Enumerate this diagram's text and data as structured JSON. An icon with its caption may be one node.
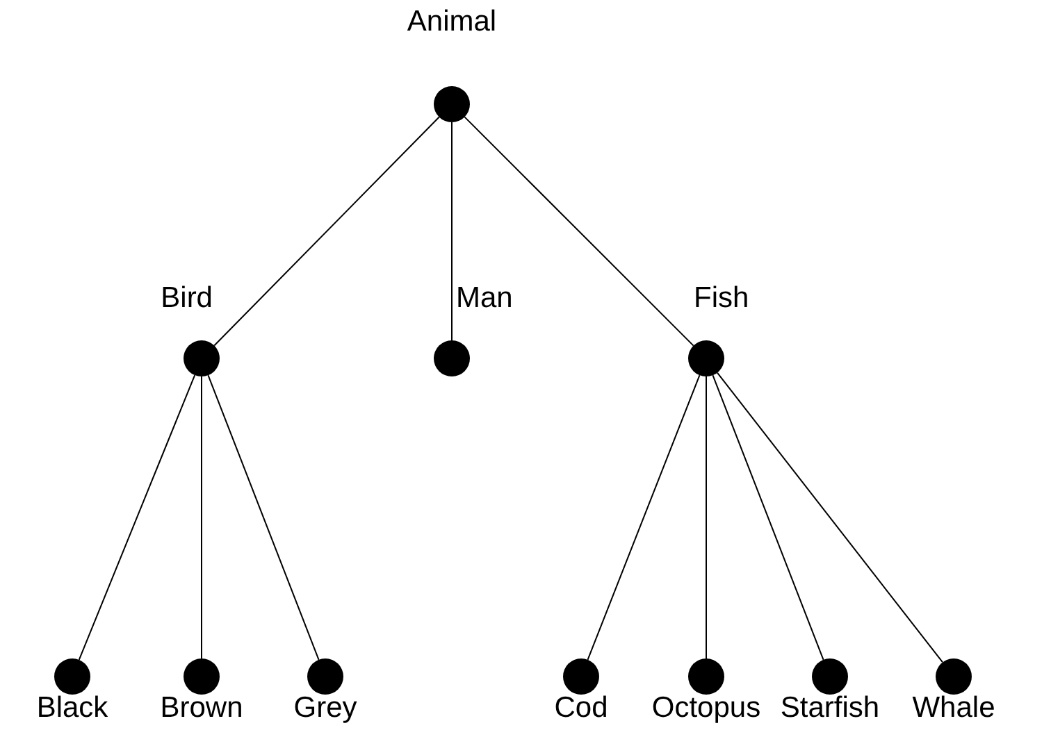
{
  "diagram": {
    "nodes": [
      {
        "text": [
          "Animal"
        ]
      },
      {
        "text": [
          "Bird"
        ]
      },
      {
        "text": [
          "Man"
        ]
      },
      {
        "text": [
          "Fish"
        ]
      },
      {
        "text": [
          "Black"
        ]
      },
      {
        "text": [
          "Brown"
        ]
      },
      {
        "text": [
          "Grey"
        ]
      },
      {
        "text": [
          "Cod"
        ]
      },
      {
        "text": [
          "Octopus"
        ]
      },
      {
        "text": [
          "Starfish"
        ]
      },
      {
        "text": [
          "Whale"
        ]
      }
    ],
    "edges": [
      {
        "from": 0,
        "to": 1,
        "arrow": "none"
      },
      {
        "from": 0,
        "to": 2,
        "arrow": "none"
      },
      {
        "from": 0,
        "to": 3,
        "arrow": "none"
      },
      {
        "from": 1,
        "to": 4,
        "arrow": "none"
      },
      {
        "from": 1,
        "to": 5,
        "arrow": "none"
      },
      {
        "from": 1,
        "to": 6,
        "arrow": "none"
      },
      {
        "from": 3,
        "to": 7,
        "arrow": "none"
      },
      {
        "from": 3,
        "to": 8,
        "arrow": "none"
      },
      {
        "from": 3,
        "to": 9,
        "arrow": "none"
      },
      {
        "from": 3,
        "to": 10,
        "arrow": "none"
      }
    ]
  }
}
